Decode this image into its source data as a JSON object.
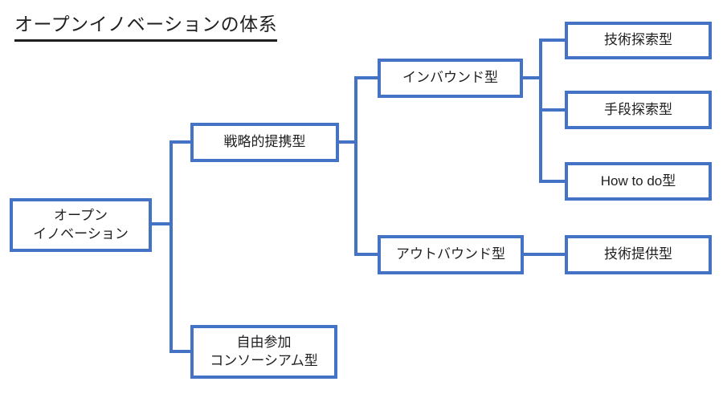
{
  "title": "オープンイノベーションの体系",
  "colors": {
    "accent": "#4472C4",
    "text": "#1f1f1f",
    "background": "#ffffff"
  },
  "nodes": {
    "root": {
      "label": "オープン\nイノベーション"
    },
    "strategic": {
      "label": "戦略的提携型"
    },
    "inbound": {
      "label": "インバウンド型"
    },
    "outbound": {
      "label": "アウトバウンド型"
    },
    "tech_search": {
      "label": "技術探索型"
    },
    "means_search": {
      "label": "手段探索型"
    },
    "how_to_do": {
      "label": "How to do型"
    },
    "tech_provide": {
      "label": "技術提供型"
    },
    "consortium": {
      "label": "自由参加\nコンソーシアム型"
    }
  }
}
